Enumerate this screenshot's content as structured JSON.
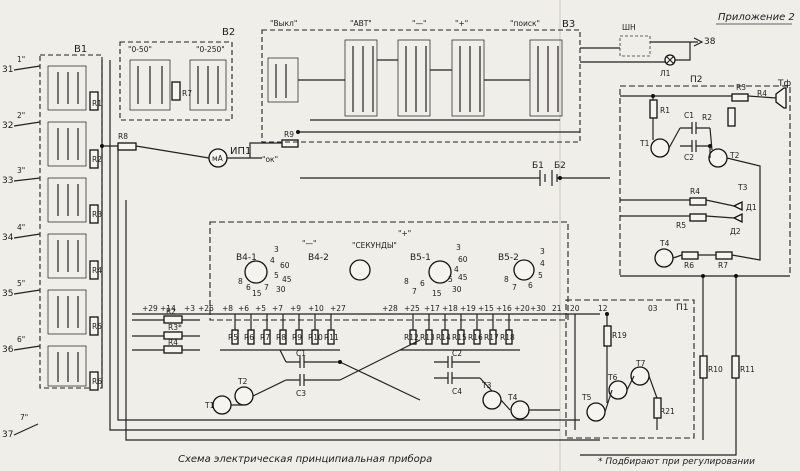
{
  "header": {
    "appendix": "Приложение 2"
  },
  "footer": {
    "caption": "Схема электрическая принципиальная прибора",
    "note": "* Подбирают при регулировании"
  },
  "switch_labels": {
    "v1": "В1",
    "v2": "В2",
    "v3": "В3",
    "v2_r1": "\"0-50\"",
    "v2_r2": "\"0-250\"",
    "vykl": "\"Выкл\"",
    "avt": "\"АВТ\"",
    "dash": "\"—\"",
    "plus": "\"+\"",
    "poisk": "\"поиск\"",
    "v41": "В4-1",
    "v42": "В4-2",
    "v51": "В5-1",
    "v52": "В5-2",
    "sekundy": "\"СЕКУНДЫ\"",
    "plus2": "\"+\"",
    "minus2": "\"—\"",
    "ip1": "ИП1",
    "ma": "мА",
    "ok": "\"ок\""
  },
  "terminals": [
    "31",
    "32",
    "33",
    "34",
    "35",
    "36",
    "37",
    "38"
  ],
  "inputs": [
    "1\"",
    "2\"",
    "3\"",
    "4\"",
    "5\"",
    "6\"",
    "7\""
  ],
  "resistors_left": [
    "R1",
    "R2",
    "R3",
    "R4",
    "R5",
    "R6"
  ],
  "components": {
    "r7": "R7",
    "r8": "R8",
    "r9": "R9",
    "r2": "R2",
    "r3": "R3",
    "r4": "R4",
    "r3star": "R3*",
    "b1": "Б1",
    "b2": "Б2",
    "shn": "ШН",
    "l1": "Л1",
    "p2": "П2",
    "p1": "П1",
    "tf": "Тф",
    "a_r1": "R1",
    "a_r2": "R2",
    "a_r3": "R3",
    "a_r4": "R4",
    "a_r5": "R5",
    "a_r6": "R6",
    "a_r7": "R7",
    "c1": "C1",
    "c2": "C2",
    "c3": "C3",
    "c4": "C4",
    "t1": "T1",
    "t2": "T2",
    "t3": "T3",
    "t4": "T4",
    "d1": "Д1",
    "d2": "Д2",
    "b_t1": "T1",
    "b_t2": "T2",
    "b_t3": "T3",
    "b_t4": "T4",
    "b_t5": "T5",
    "b_t6": "T6",
    "b_t7": "T7",
    "b_c1": "C1",
    "b_c2": "C2",
    "b_c3": "C3",
    "b_c4": "C4",
    "r10": "R10",
    "r11": "R11",
    "r19": "R19",
    "r21": "R21"
  },
  "bank_resistors": [
    "R5",
    "R6",
    "R7",
    "R8",
    "R9",
    "R10",
    "R11"
  ],
  "bank_resistors_right": [
    "R12",
    "R13",
    "R14",
    "R15",
    "R16",
    "R17",
    "R18"
  ],
  "dial_marks": {
    "d1": [
      "3",
      "4",
      "60",
      "5",
      "45",
      "30",
      "15",
      "6",
      "7",
      "8"
    ],
    "d3": [
      "3",
      "60",
      "4",
      "5",
      "45",
      "6",
      "30",
      "15",
      "7",
      "8"
    ],
    "d4": [
      "3",
      "4",
      "5",
      "6",
      "7",
      "8"
    ]
  },
  "strip_numbers": [
    "+29",
    "+14",
    "+3",
    "+26",
    "+8",
    "+6",
    "+5",
    "+7",
    "+9",
    "+10",
    "+27",
    "+28",
    "+25",
    "+17",
    "+18",
    "+19",
    "+15",
    "+16",
    "+20",
    "21",
    "20",
    "+30",
    "12",
    "03"
  ]
}
